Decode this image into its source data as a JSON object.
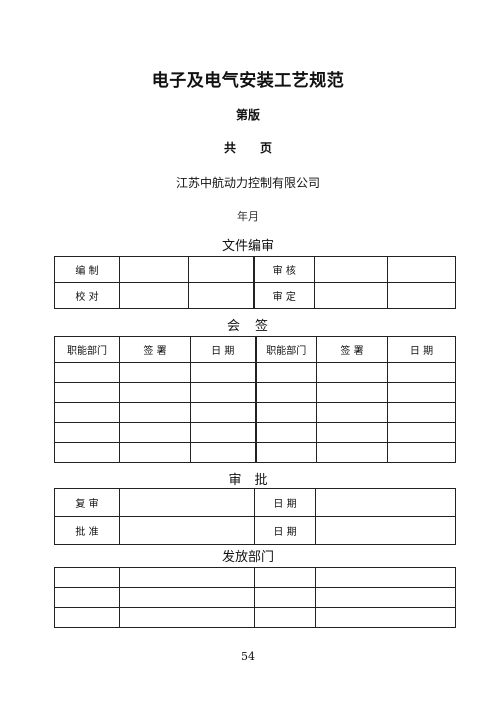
{
  "title": "电子及电气安装工艺规范",
  "edition": "第版",
  "pages": "共　　页",
  "company": "江苏中航动力控制有限公司",
  "date_line": "年月",
  "file_section": {
    "title": "文件编审",
    "rows": [
      [
        "编 制",
        "",
        "",
        "审 核",
        "",
        ""
      ],
      [
        "校 对",
        "",
        "",
        "审 定",
        "",
        ""
      ]
    ]
  },
  "sign_section": {
    "title": "会　签",
    "headers": [
      "职能部门",
      "签 署",
      "日 期",
      "职能部门",
      "签 署",
      "日 期"
    ],
    "rows": [
      [
        "",
        "",
        "",
        "",
        "",
        ""
      ],
      [
        "",
        "",
        "",
        "",
        "",
        ""
      ],
      [
        "",
        "",
        "",
        "",
        "",
        ""
      ],
      [
        "",
        "",
        "",
        "",
        "",
        ""
      ],
      [
        "",
        "",
        "",
        "",
        "",
        ""
      ]
    ]
  },
  "approve_section": {
    "title": "审　批",
    "rows": [
      [
        "复 审",
        "",
        "日 期",
        ""
      ],
      [
        "批 准",
        "",
        "日 期",
        ""
      ]
    ]
  },
  "dist_section": {
    "title": "发放部门",
    "rows": [
      [
        "",
        "",
        "",
        ""
      ],
      [
        "",
        "",
        "",
        ""
      ],
      [
        "",
        "",
        "",
        ""
      ]
    ]
  },
  "page_number": "54"
}
